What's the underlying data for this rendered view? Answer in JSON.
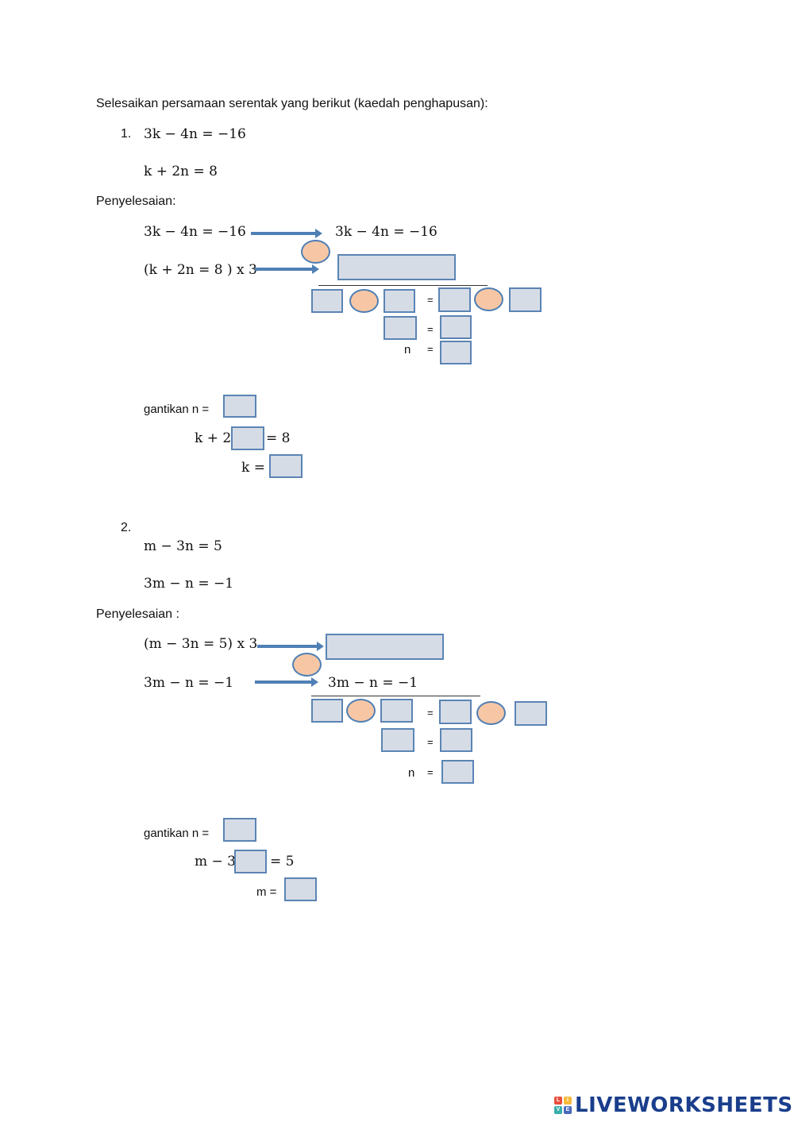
{
  "instruction": "Selesaikan persamaan serentak yang berikut  (kaedah penghapusan):",
  "q1": {
    "number": "1.",
    "eq1": "3k − 4n = −16",
    "eq2": "k + 2n = 8",
    "solution_label": "Penyelesaian:",
    "step_eq1_left": "3k − 4n = −16",
    "step_eq1_right": "3k − 4n = −16",
    "step_eq2_left": "(k + 2n = 8 ) x 3",
    "equals": "=",
    "n_label": "n",
    "substitute_label": "gantikan n =",
    "sub_eq_prefix": "k + 2",
    "sub_eq_suffix": "= 8",
    "result_label": "k ="
  },
  "q2": {
    "number": "2.",
    "eq1": "m − 3n = 5",
    "eq2": "3m − n = −1",
    "solution_label": "Penyelesaian :",
    "step_eq1_left": "(m − 3n = 5)  x 3",
    "step_eq2_left": "3m − n = −1",
    "step_eq2_right": "3m − n = −1",
    "equals": "=",
    "n_label": "n",
    "substitute_label": "gantikan n =",
    "sub_eq_prefix": "m − 3",
    "sub_eq_suffix": "= 5",
    "result_label": "m ="
  },
  "branding": {
    "logo_letters": [
      "L",
      "I",
      "V",
      "E"
    ],
    "logo_text": "LIVEWORKSHEETS"
  },
  "colors": {
    "box_fill": "#d6dce6",
    "box_border": "#5b84b4",
    "oval_fill": "#f7c7a5",
    "arrow": "#4f7fb5",
    "logo_text": "#1a3e8c"
  }
}
